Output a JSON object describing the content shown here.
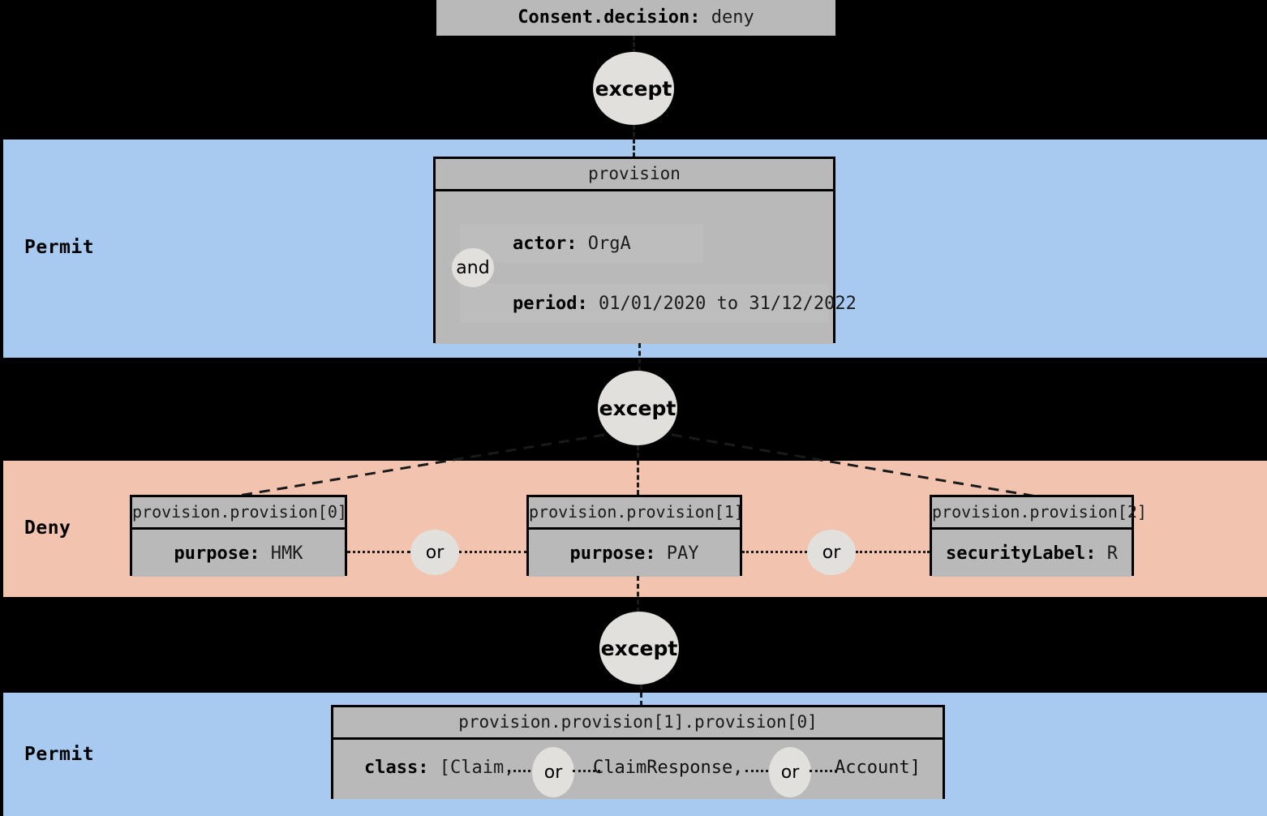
{
  "diagram": {
    "title_node": {
      "key": "Consent.decision:",
      "value": "deny"
    },
    "bands": [
      {
        "label": "Permit",
        "color": "#a8c9f0"
      },
      {
        "label": "Deny",
        "color": "#f2c4b0"
      },
      {
        "label": "Permit",
        "color": "#a8c9f0"
      }
    ],
    "operators": {
      "except": "except",
      "and": "and",
      "or": "or"
    },
    "provision_node": {
      "header": "provision",
      "rows": [
        {
          "key": "actor:",
          "value": "OrgA"
        },
        {
          "key": "period:",
          "value": "01/01/2020 to 31/12/2022"
        }
      ],
      "combinator": "and"
    },
    "deny_nodes": [
      {
        "header": "provision.provision[0]",
        "key": "purpose:",
        "value": "HMK"
      },
      {
        "header": "provision.provision[1]",
        "key": "purpose:",
        "value": "PAY"
      },
      {
        "header": "provision.provision[2]",
        "key": "securityLabel:",
        "value": "R"
      }
    ],
    "deny_combinators": [
      "or",
      "or"
    ],
    "bottom_node": {
      "header": "provision.provision[1].provision[0]",
      "key": "class:",
      "open_bracket": "[Claim,",
      "middle": "ClaimResponse,",
      "close": "Account]",
      "combinators": [
        "or",
        "or"
      ]
    },
    "except_nodes": [
      "except",
      "except",
      "except"
    ]
  }
}
